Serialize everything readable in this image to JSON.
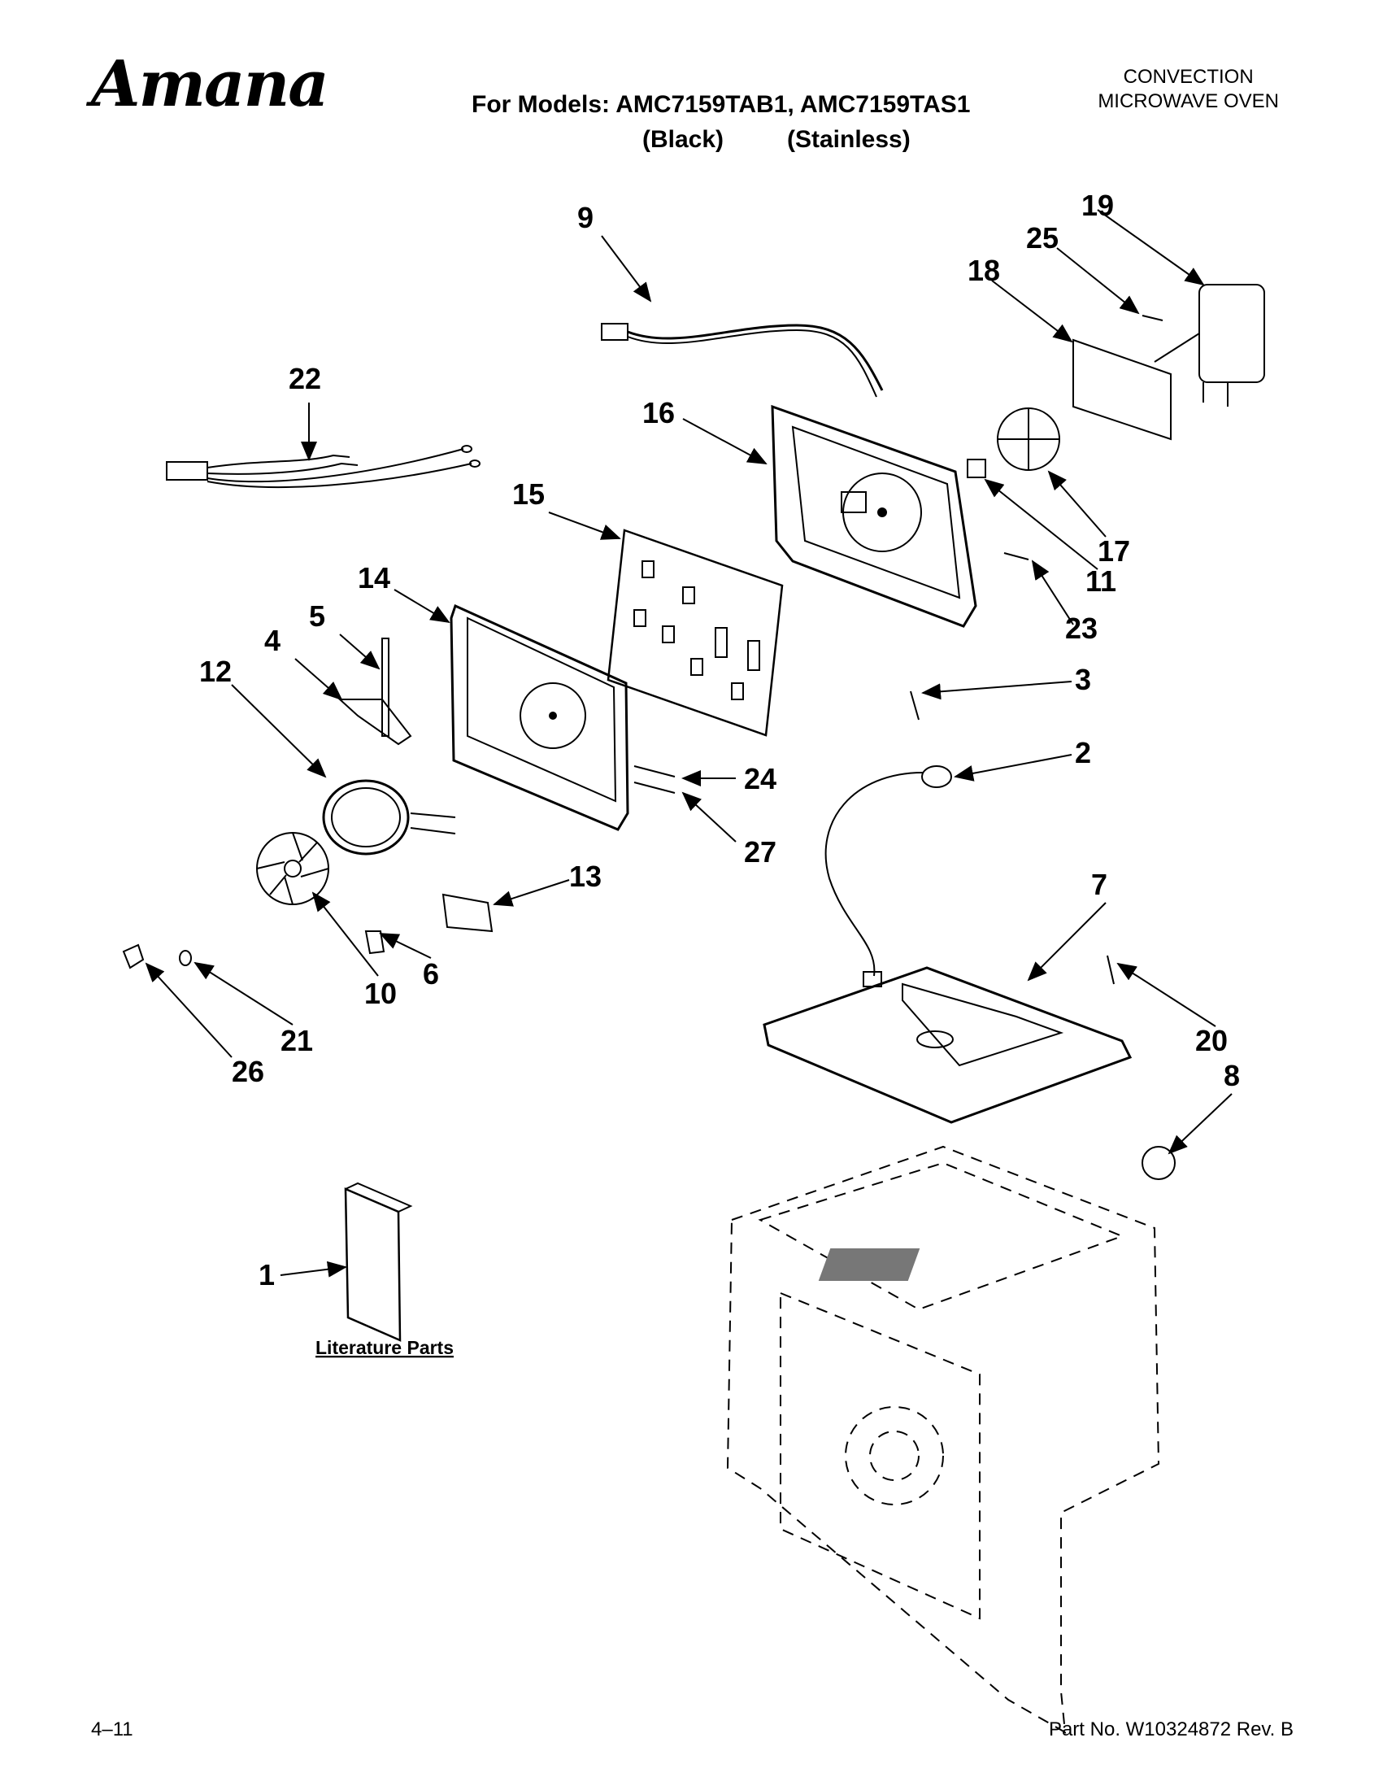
{
  "header": {
    "logo": "Amana",
    "models_line": "For Models: AMC7159TAB1, AMC7159TAS1",
    "variant_black": "(Black)",
    "variant_stainless": "(Stainless)",
    "category_line1": "CONVECTION",
    "category_line2": "MICROWAVE OVEN"
  },
  "footer": {
    "page": "4–11",
    "part_no": "Part No. W10324872 Rev. B"
  },
  "literature": {
    "label": "Literature Parts",
    "callout": "1"
  },
  "callouts": [
    "9",
    "22",
    "16",
    "15",
    "14",
    "5",
    "4",
    "12",
    "10",
    "6",
    "13",
    "21",
    "26",
    "24",
    "27",
    "19",
    "25",
    "18",
    "17",
    "11",
    "23",
    "3",
    "2",
    "7",
    "20",
    "8"
  ]
}
